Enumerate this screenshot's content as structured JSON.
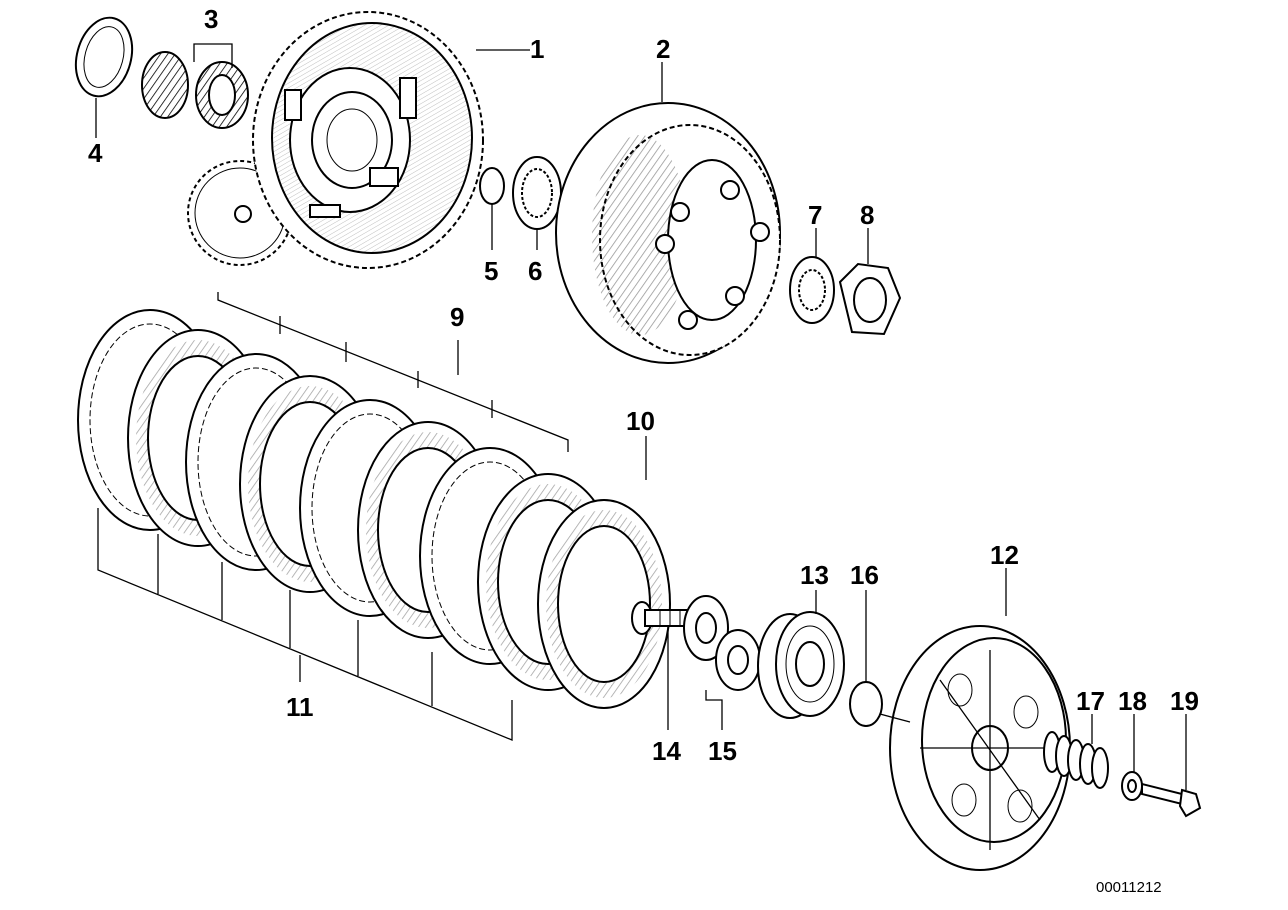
{
  "diagram": {
    "labels": [
      "1",
      "2",
      "3",
      "4",
      "5",
      "6",
      "7",
      "8",
      "9",
      "10",
      "11",
      "12",
      "13",
      "14",
      "15",
      "16",
      "17",
      "18",
      "19"
    ],
    "reference_number": "00011212"
  }
}
